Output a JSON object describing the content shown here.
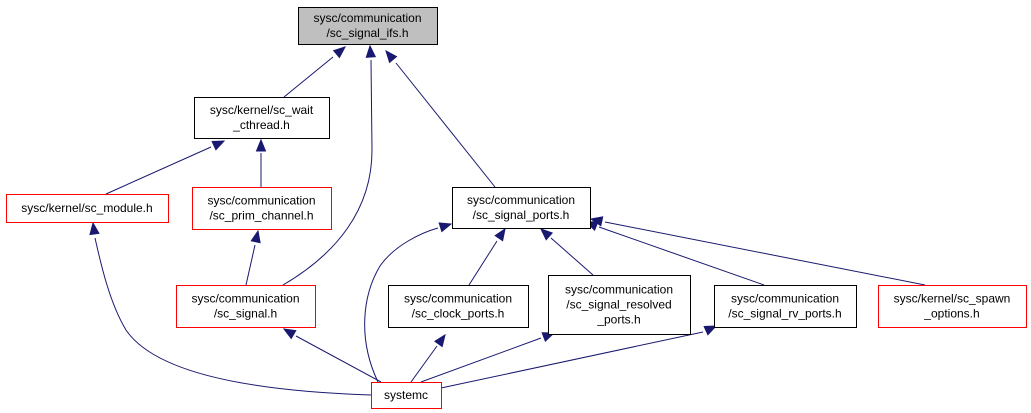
{
  "colors": {
    "edge": "#191970",
    "root_fill": "#bfbfbf",
    "root_border": "#000000",
    "normal_border": "#000000",
    "truncated_border": "#ff0000",
    "node_fill": "#ffffff"
  },
  "nodes": {
    "sc_signal_ifs": {
      "lines": [
        "sysc/communication",
        "/sc_signal_ifs.h"
      ],
      "style": "root"
    },
    "sc_wait_cthread": {
      "lines": [
        "sysc/kernel/sc_wait",
        "_cthread.h"
      ],
      "style": "normal"
    },
    "sc_module": {
      "lines": [
        "sysc/kernel/sc_module.h"
      ],
      "style": "truncated"
    },
    "sc_prim_channel": {
      "lines": [
        "sysc/communication",
        "/sc_prim_channel.h"
      ],
      "style": "truncated"
    },
    "sc_signal": {
      "lines": [
        "sysc/communication",
        "/sc_signal.h"
      ],
      "style": "truncated"
    },
    "sc_signal_ports": {
      "lines": [
        "sysc/communication",
        "/sc_signal_ports.h"
      ],
      "style": "normal"
    },
    "sc_clock_ports": {
      "lines": [
        "sysc/communication",
        "/sc_clock_ports.h"
      ],
      "style": "normal"
    },
    "sc_signal_resolved_ports": {
      "lines": [
        "sysc/communication",
        "/sc_signal_resolved",
        "_ports.h"
      ],
      "style": "normal"
    },
    "sc_signal_rv_ports": {
      "lines": [
        "sysc/communication",
        "/sc_signal_rv_ports.h"
      ],
      "style": "normal"
    },
    "sc_spawn_options": {
      "lines": [
        "sysc/kernel/sc_spawn",
        "_options.h"
      ],
      "style": "truncated"
    },
    "systemc": {
      "lines": [
        "systemc"
      ],
      "style": "truncated"
    }
  },
  "edges": [
    {
      "from": "sc_wait_cthread",
      "to": "sc_signal_ifs"
    },
    {
      "from": "sc_signal",
      "to": "sc_signal_ifs"
    },
    {
      "from": "sc_signal_ports",
      "to": "sc_signal_ifs"
    },
    {
      "from": "sc_module",
      "to": "sc_wait_cthread"
    },
    {
      "from": "sc_prim_channel",
      "to": "sc_wait_cthread"
    },
    {
      "from": "sc_signal",
      "to": "sc_prim_channel"
    },
    {
      "from": "systemc",
      "to": "sc_module"
    },
    {
      "from": "systemc",
      "to": "sc_signal"
    },
    {
      "from": "systemc",
      "to": "sc_signal_ports"
    },
    {
      "from": "sc_clock_ports",
      "to": "sc_signal_ports"
    },
    {
      "from": "sc_signal_resolved_ports",
      "to": "sc_signal_ports"
    },
    {
      "from": "sc_signal_rv_ports",
      "to": "sc_signal_ports"
    },
    {
      "from": "sc_spawn_options",
      "to": "sc_signal_ports"
    },
    {
      "from": "systemc",
      "to": "sc_clock_ports"
    },
    {
      "from": "systemc",
      "to": "sc_signal_resolved_ports"
    },
    {
      "from": "systemc",
      "to": "sc_signal_rv_ports"
    }
  ]
}
